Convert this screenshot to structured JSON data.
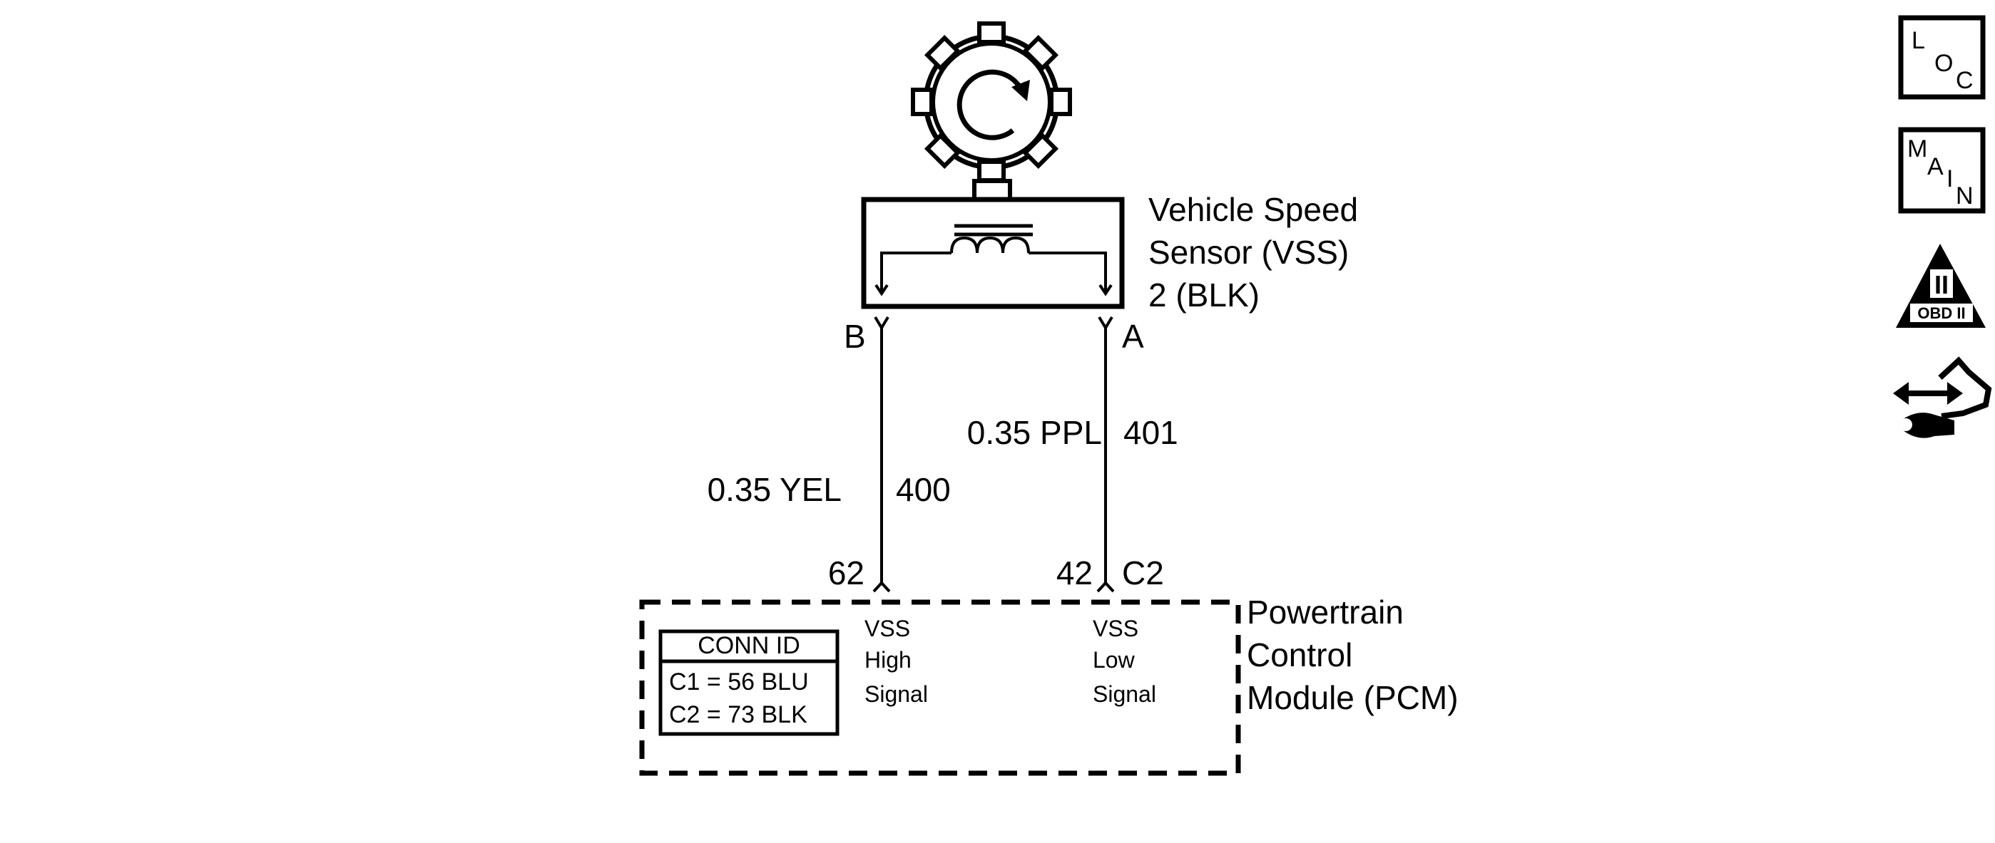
{
  "sensor": {
    "line1": "Vehicle Speed",
    "line2": "Sensor (VSS)",
    "line3": "2 (BLK)",
    "pin_b": "B",
    "pin_a": "A"
  },
  "wires": {
    "left": {
      "gauge_color": "0.35 YEL",
      "circuit": "400"
    },
    "right": {
      "gauge_color": "0.35 PPL",
      "circuit": "401"
    }
  },
  "pcm": {
    "pin_left": "62",
    "pin_right": "42",
    "connector": "C2",
    "line1": "Powertrain",
    "line2": "Control",
    "line3": "Module (PCM)",
    "signal_high": {
      "l1": "VSS",
      "l2": "High",
      "l3": "Signal"
    },
    "signal_low": {
      "l1": "VSS",
      "l2": "Low",
      "l3": "Signal"
    },
    "conn_table": {
      "header": "CONN ID",
      "row1": "C1 = 56 BLU",
      "row2": "C2 = 73 BLK"
    }
  },
  "side_icons": {
    "loc": {
      "l": "L",
      "o": "O",
      "c": "C"
    },
    "main": {
      "m": "M",
      "a": "A",
      "i": "I",
      "n": "N"
    },
    "obd": {
      "numeral": "II",
      "label": "OBD II"
    },
    "icon_names": [
      "loc-icon",
      "main-icon",
      "obd-ii-icon",
      "diagnostic-tool-icon"
    ]
  }
}
